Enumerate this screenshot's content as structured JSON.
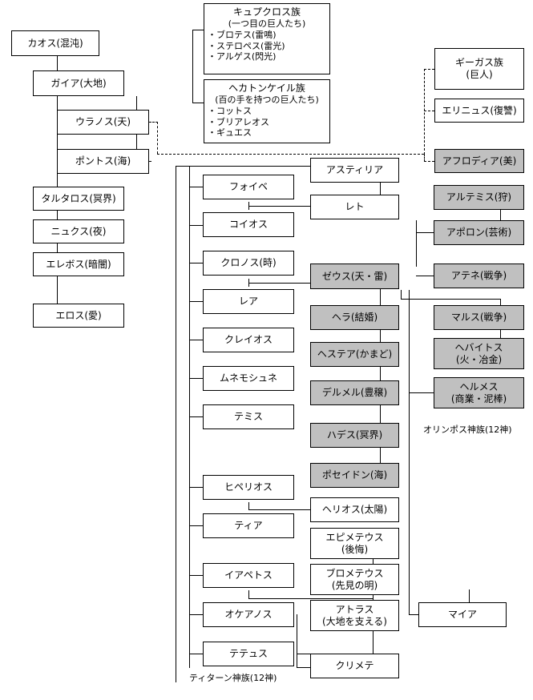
{
  "diagram": {
    "title_caption_titans": "ティターン神族(12神)",
    "title_caption_olympians": "オリンポス神族(12神)",
    "colors": {
      "gray_fill": "#c0c0c0",
      "line": "#000000",
      "background": "#ffffff"
    },
    "primordials": [
      {
        "key": "chaos",
        "label": "カオス(混沌)"
      },
      {
        "key": "gaia",
        "label": "ガイア(大地)"
      },
      {
        "key": "uranus",
        "label": "ウラノス(天)"
      },
      {
        "key": "pontos",
        "label": "ポントス(海)"
      },
      {
        "key": "tartaros",
        "label": "タルタロス(冥界)"
      },
      {
        "key": "nyx",
        "label": "ニュクス(夜)"
      },
      {
        "key": "erebos",
        "label": "エレボス(暗闇)"
      },
      {
        "key": "eros",
        "label": "エロス(愛)"
      }
    ],
    "giant_groups": [
      {
        "key": "cyclopes",
        "title": "キュプクロス族",
        "subtitle": "(一つ目の巨人たち)",
        "members": [
          "・ブロテス(雷鳴)",
          "・ステロペス(雷光)",
          "・アルゲス(閃光)"
        ]
      },
      {
        "key": "hecatoncheires",
        "title": "ヘカトンケイル族",
        "subtitle": "(百の手を持つの巨人たち)",
        "members": [
          "・コットス",
          "・ブリアレオス",
          "・ギュエス"
        ]
      }
    ],
    "from_uranus_blood": [
      {
        "key": "gigas",
        "line1": "ギーガス族",
        "line2": "(巨人)"
      },
      {
        "key": "erinyes",
        "line1": "エリニュス(復讐)",
        "line2": ""
      },
      {
        "key": "aphrodite",
        "line1": "アフロディア(美)",
        "line2": "",
        "gray": true
      }
    ],
    "titans": [
      {
        "key": "phoibe",
        "label": "フォイベ"
      },
      {
        "key": "koios",
        "label": "コイオス"
      },
      {
        "key": "kronos",
        "label": "クロノス(時)"
      },
      {
        "key": "rhea",
        "label": "レア"
      },
      {
        "key": "kreios",
        "label": "クレイオス"
      },
      {
        "key": "mnemosyne",
        "label": "ムネモシュネ"
      },
      {
        "key": "themis",
        "label": "テミス"
      },
      {
        "key": "hyperion",
        "label": "ヒペリオス"
      },
      {
        "key": "theia",
        "label": "ティア"
      },
      {
        "key": "iapetos",
        "label": "イアペトス"
      },
      {
        "key": "okeanos",
        "label": "オケアノス"
      },
      {
        "key": "tethys",
        "label": "テテュス"
      }
    ],
    "children_mid": [
      {
        "key": "asteria",
        "label": "アスティリア",
        "gray": false
      },
      {
        "key": "leto",
        "label": "レト",
        "gray": false
      },
      {
        "key": "zeus",
        "label": "ゼウス(天・雷)",
        "gray": true
      },
      {
        "key": "hera",
        "label": "ヘラ(結婚)",
        "gray": true
      },
      {
        "key": "hestia",
        "label": "ヘステア(かまど)",
        "gray": true
      },
      {
        "key": "demeter",
        "label": "デルメル(豊穣)",
        "gray": true
      },
      {
        "key": "hades",
        "label": "ハデス(冥界)",
        "gray": true
      },
      {
        "key": "poseidon",
        "label": "ポセイドン(海)",
        "gray": true
      },
      {
        "key": "helios",
        "label": "ヘリオス(太陽)",
        "gray": false
      },
      {
        "key": "epimetheus",
        "line1": "エピメテウス",
        "line2": "(後悔)",
        "gray": false
      },
      {
        "key": "prometheus",
        "line1": "ブロメテウス",
        "line2": "(先見の明)",
        "gray": false
      },
      {
        "key": "atlas",
        "line1": "アトラス",
        "line2": "(大地を支える)",
        "gray": false
      },
      {
        "key": "klymene",
        "label": "クリメテ",
        "gray": false
      }
    ],
    "olympians_right": [
      {
        "key": "artemis",
        "line1": "アルテミス(狩)",
        "line2": "",
        "gray": true
      },
      {
        "key": "apollon",
        "line1": "アポロン(芸術)",
        "line2": "",
        "gray": true
      },
      {
        "key": "athena",
        "line1": "アテネ(戦争)",
        "line2": "",
        "gray": true
      },
      {
        "key": "ares",
        "line1": "マルス(戦争)",
        "line2": "",
        "gray": true
      },
      {
        "key": "hephaistos",
        "line1": "ヘバイトス",
        "line2": "(火・冶金)",
        "gray": true
      },
      {
        "key": "hermes",
        "line1": "ヘルメス",
        "line2": "(商業・泥棒)",
        "gray": true
      }
    ],
    "maia": {
      "key": "maia",
      "label": "マイア"
    }
  }
}
